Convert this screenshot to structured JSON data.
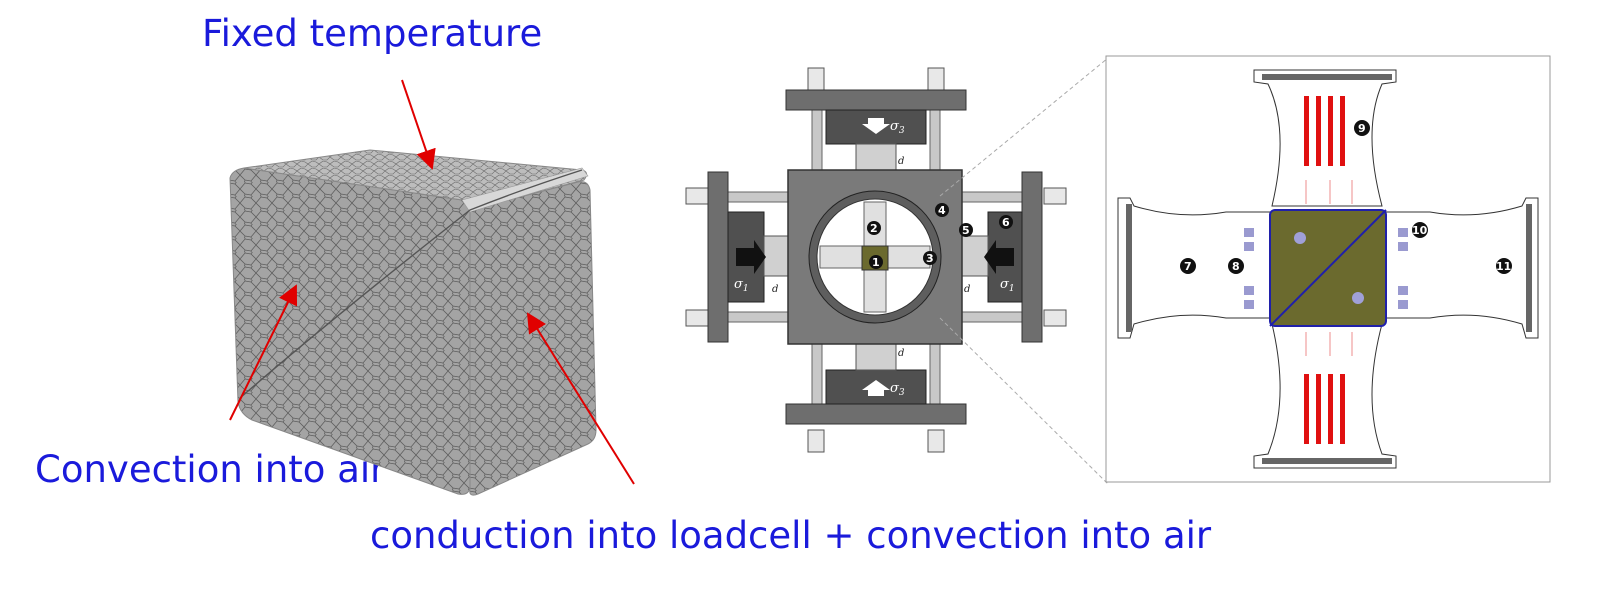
{
  "labels": {
    "fixed_temperature": "Fixed temperature",
    "convection_into_air": "Convection into air",
    "conduction_convection": "conduction into loadcell + convection into air"
  },
  "symbols": {
    "sigma1": "σ",
    "sigma1_sub": "1",
    "sigma3": "σ",
    "sigma3_sub": "3",
    "d1": "d",
    "d3": "d"
  },
  "markers": {
    "m1": "1",
    "m2": "2",
    "m3": "3",
    "m4": "4",
    "m5": "5",
    "m6": "6",
    "m7": "7",
    "m8": "8",
    "m9": "9",
    "m10": "10",
    "m11": "11"
  },
  "colors": {
    "label_text": "#1a1adb",
    "arrow": "#e00000",
    "mesh": "#9a9a9a",
    "specimen": "#6b6a2e",
    "frame": "#707070"
  }
}
